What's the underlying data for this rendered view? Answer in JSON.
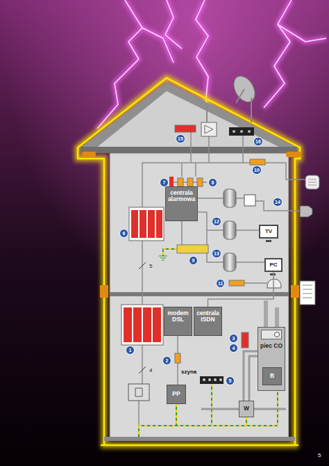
{
  "diagram": {
    "nodes": [
      {
        "text": [
          "centrala alarmowa"
        ]
      },
      {
        "text": [
          "TV"
        ]
      },
      {
        "text": [
          "PC"
        ]
      },
      {
        "text": [
          "modem DSL"
        ]
      },
      {
        "text": [
          "centrala ISDN"
        ]
      },
      {
        "text": [
          "piec CO"
        ]
      },
      {
        "text": [
          "B"
        ],
        "in": 5
      },
      {
        "text": [
          "PP"
        ]
      },
      {
        "text": [
          "W"
        ]
      }
    ],
    "edges": [
      {
        "from": 4,
        "to": 2,
        "arrow": "none"
      }
    ],
    "labels": [
      "15",
      "16",
      "10",
      "8",
      "7",
      "14",
      "12",
      "6",
      "9",
      "13",
      "5",
      "11",
      "3",
      "4",
      "1",
      "2",
      "4",
      "szyna",
      "5",
      "5"
    ]
  }
}
